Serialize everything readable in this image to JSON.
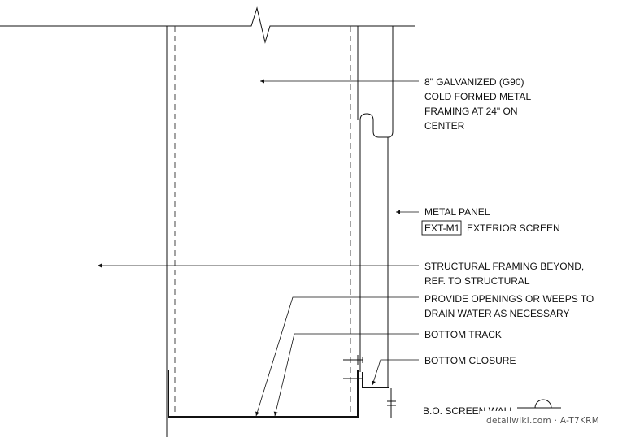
{
  "drawing": {
    "callouts": {
      "framing": [
        "8\" GALVANIZED (G90)",
        "COLD FORMED METAL",
        "FRAMING AT 24\" ON",
        "CENTER"
      ],
      "metal_panel": "METAL PANEL",
      "panel_tag": "EXT-M1",
      "panel_desc": "EXTERIOR SCREEN",
      "structural": [
        "STRUCTURAL FRAMING BEYOND,",
        "REF. TO STRUCTURAL"
      ],
      "weeps": [
        "PROVIDE OPENINGS OR WEEPS TO",
        "DRAIN WATER AS NECESSARY"
      ],
      "bottom_track": "BOTTOM TRACK",
      "bottom_closure": "BOTTOM CLOSURE",
      "level": "B.O. SCREEN WALL"
    },
    "watermark": "detailwiki.com · A-T7KRM",
    "colors": {
      "line": "#111111",
      "background": "#ffffff",
      "watermark": "#555555"
    }
  }
}
